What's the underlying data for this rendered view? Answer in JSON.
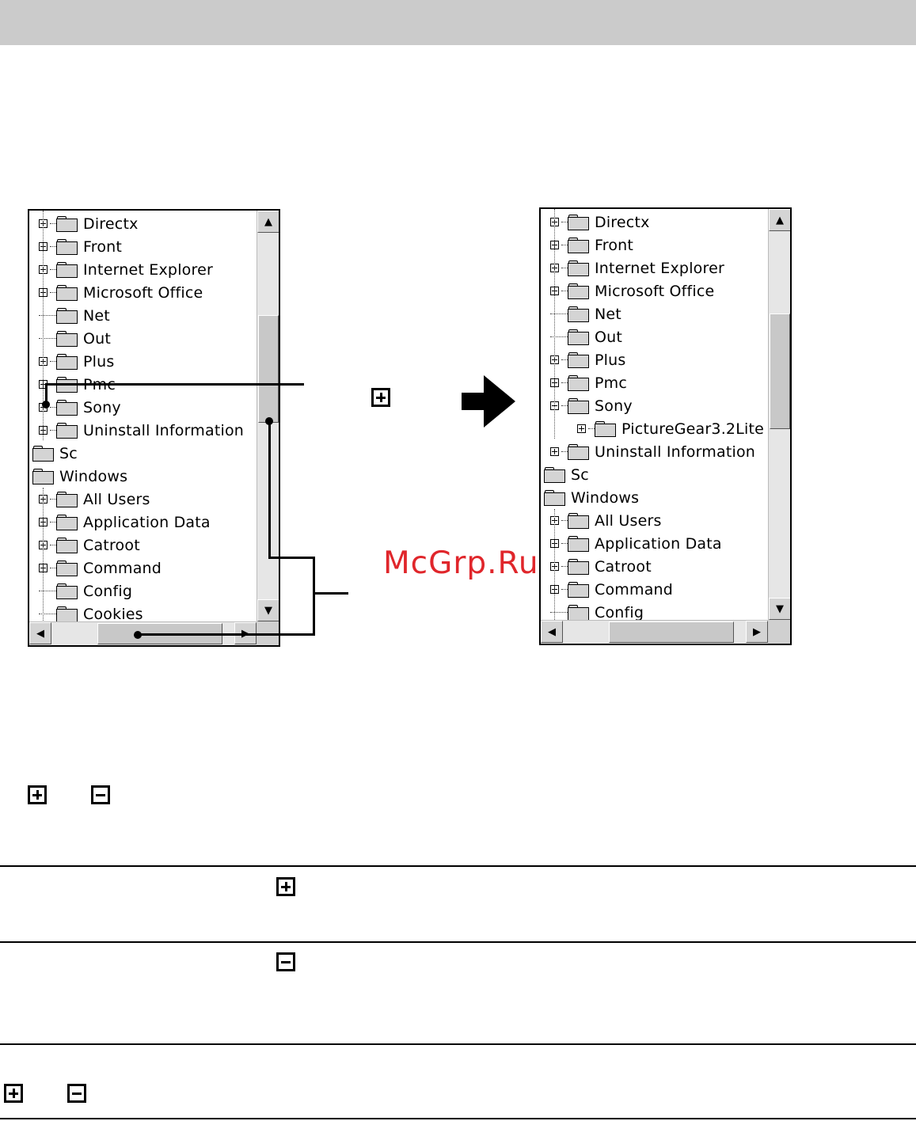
{
  "left_tree": {
    "items": [
      {
        "label": "Directx",
        "toggle": "plus"
      },
      {
        "label": "Front",
        "toggle": "plus"
      },
      {
        "label": "Internet Explorer",
        "toggle": "plus"
      },
      {
        "label": "Microsoft Office",
        "toggle": "plus"
      },
      {
        "label": "Net",
        "toggle": "none"
      },
      {
        "label": "Out",
        "toggle": "none"
      },
      {
        "label": "Plus",
        "toggle": "plus"
      },
      {
        "label": "Pmc",
        "toggle": "plus"
      },
      {
        "label": "Sony",
        "toggle": "plus"
      },
      {
        "label": "Uninstall Information",
        "toggle": "plus"
      },
      {
        "label": "Sc",
        "toggle": "root"
      },
      {
        "label": "Windows",
        "toggle": "root"
      },
      {
        "label": "All Users",
        "toggle": "plus"
      },
      {
        "label": "Application Data",
        "toggle": "plus"
      },
      {
        "label": "Catroot",
        "toggle": "plus"
      },
      {
        "label": "Command",
        "toggle": "plus"
      },
      {
        "label": "Config",
        "toggle": "none"
      },
      {
        "label": "Cookies",
        "toggle": "none"
      }
    ]
  },
  "right_tree": {
    "items": [
      {
        "label": "Directx",
        "toggle": "plus"
      },
      {
        "label": "Front",
        "toggle": "plus"
      },
      {
        "label": "Internet Explorer",
        "toggle": "plus"
      },
      {
        "label": "Microsoft Office",
        "toggle": "plus"
      },
      {
        "label": "Net",
        "toggle": "none"
      },
      {
        "label": "Out",
        "toggle": "none"
      },
      {
        "label": "Plus",
        "toggle": "plus"
      },
      {
        "label": "Pmc",
        "toggle": "plus"
      },
      {
        "label": "Sony",
        "toggle": "minus"
      },
      {
        "label": "PictureGear3.2Lite",
        "toggle": "child-plus"
      },
      {
        "label": "Uninstall Information",
        "toggle": "plus"
      },
      {
        "label": "Sc",
        "toggle": "root"
      },
      {
        "label": "Windows",
        "toggle": "root"
      },
      {
        "label": "All Users",
        "toggle": "plus"
      },
      {
        "label": "Application Data",
        "toggle": "plus"
      },
      {
        "label": "Catroot",
        "toggle": "plus"
      },
      {
        "label": "Command",
        "toggle": "plus"
      },
      {
        "label": "Config",
        "toggle": "none"
      }
    ]
  },
  "scrollbar_glyphs": {
    "up": "▲",
    "down": "▼",
    "left": "◀",
    "right": "▶"
  },
  "icons": [
    "plus-box-icon",
    "minus-box-icon",
    "folder-icon",
    "right-arrow-icon"
  ],
  "watermark": "McGrp.Ru"
}
